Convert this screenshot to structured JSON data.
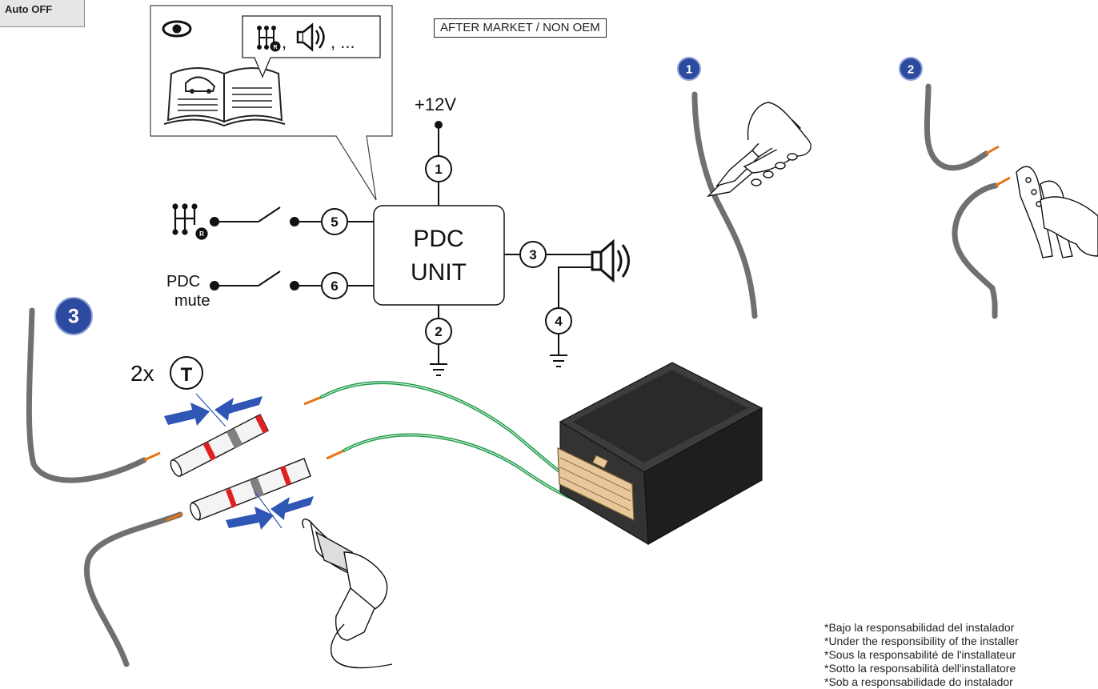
{
  "toolbar": {
    "auto_button_label": "Auto OFF"
  },
  "banner": {
    "text": "AFTER MARKET / NON OEM"
  },
  "supply": {
    "label": "+12V"
  },
  "unit": {
    "line1": "PDC",
    "line2": "UNIT"
  },
  "mute_label": {
    "line1": "PDC",
    "line2": "mute"
  },
  "manual_callout": {
    "separator": ",",
    "ellipsis": ", ..."
  },
  "gear_badge": "R",
  "pins": [
    "1",
    "2",
    "3",
    "4",
    "5",
    "6"
  ],
  "steps": [
    "1",
    "2",
    "3"
  ],
  "connectors": {
    "quantity": "2x",
    "symbol": "T"
  },
  "disclaimer_lines": [
    "*Bajo la responsabilidad del instalador",
    "*Under the responsibility of the installer",
    "*Sous la responsabilité de l'installateur",
    "*Sotto la responsabilità dell'installatore",
    "*Sob a responsabilidade do instalador"
  ],
  "colors": {
    "wire_grey": "#707070",
    "wire_green": "#1f9a4a",
    "strip_orange": "#e8740f",
    "step_badge": "#2b4aa0",
    "arrow_blue": "#2f56b5",
    "heatshrink_red": "#e02020",
    "module_body": "#2e2e2e",
    "connector_tan": "#e8c89a"
  }
}
